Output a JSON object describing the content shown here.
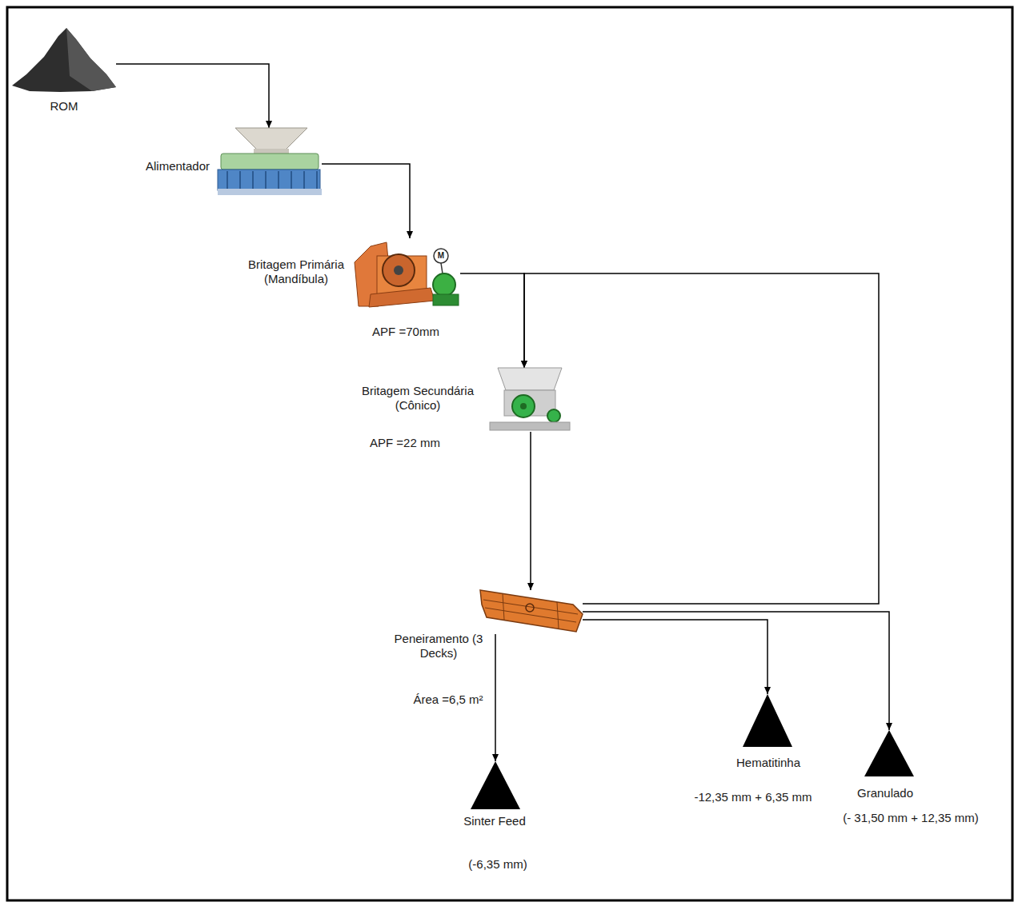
{
  "diagram": {
    "nodes": [
      {
        "text": [
          "ROM"
        ]
      },
      {
        "text": [
          "Alimentador"
        ]
      },
      {
        "text": [
          "Britagem Primária (Mandíbula)",
          "APF =70mm"
        ]
      },
      {
        "text": [
          "Britagem Secundária (Cônico)",
          "APF =22 mm"
        ]
      },
      {
        "text": [
          "Peneiramento (3 Decks)",
          "Área =6,5 m²"
        ]
      },
      {
        "text": [
          "Sinter Feed",
          "(-6,35 mm)"
        ]
      },
      {
        "text": [
          "Hematitinha",
          "-12,35 mm + 6,35 mm"
        ]
      },
      {
        "text": [
          "Granulado",
          "(- 31,50 mm + 12,35 mm)"
        ]
      }
    ],
    "edges": [
      {
        "from": 0,
        "to": 1,
        "arrow": "to"
      },
      {
        "from": 1,
        "to": 2,
        "arrow": "to"
      },
      {
        "from": 2,
        "to": 3,
        "arrow": "to"
      },
      {
        "from": 3,
        "to": 4,
        "arrow": "to"
      },
      {
        "from": 4,
        "to": 3,
        "arrow": "to"
      },
      {
        "from": 4,
        "to": 5,
        "arrow": "to"
      },
      {
        "from": 4,
        "to": 6,
        "arrow": "to"
      },
      {
        "from": 4,
        "to": 7,
        "arrow": "to"
      }
    ],
    "labels": [
      "M"
    ]
  }
}
